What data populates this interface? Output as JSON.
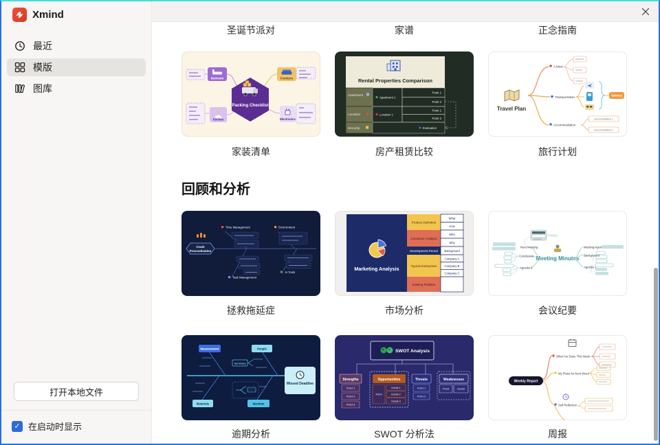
{
  "window": {
    "app_title": "Xmind"
  },
  "icons": {
    "app_logo": "xmind-logo",
    "recent": "clock-icon",
    "templates": "grid-icon",
    "gallery": "books-icon",
    "close": "close-icon",
    "checkbox_check": "✓"
  },
  "sidebar": {
    "nav": [
      {
        "label": "最近"
      },
      {
        "label": "模版"
      },
      {
        "label": "图库"
      }
    ],
    "open_local_file": "打开本地文件",
    "show_on_startup": "在启动时显示"
  },
  "gallery": {
    "partial_titles": [
      "圣诞节派对",
      "家谱",
      "正念指南"
    ],
    "section_title": "回顾和分析",
    "templates": {
      "packing": {
        "caption": "家装清单",
        "center": "Packing Checklist",
        "t1": "Bedroom",
        "t2": "Furniture",
        "t3": "Kitchen",
        "t4": "Electronics"
      },
      "rental": {
        "caption": "房产租赁比较",
        "title": "Rental Properties Comparison",
        "l1": "Apartment",
        "l2": "Location",
        "l3": "Security",
        "a1": "Apartment 1",
        "lo1": "Location 1",
        "ev": "Evaluation",
        "p1": "Point 1",
        "p2": "Point 2"
      },
      "travel": {
        "caption": "旅行计划",
        "title": "Travel Plan",
        "b1": "A Must",
        "b2": "Transportation",
        "b3": "Accommodation",
        "callout": "Subway",
        "acc1": "Accommodation 1",
        "acc2": "Accommodation 2"
      },
      "procrastination": {
        "caption": "拯救拖延症",
        "center1": "Crash",
        "center2": "Procrastination",
        "b1": "Time Management",
        "b2": "Environment",
        "b3": "Task Management",
        "b4": "AI Tools"
      },
      "marketing": {
        "caption": "市场分析",
        "title": "Marketing Analysis",
        "r1": "Product Definition",
        "r2": "Consumer Analysis",
        "r3": "Development Period",
        "r4": "Typical Enterprises",
        "r5": "Existing Problem",
        "c1": "What",
        "c2": "How",
        "c3": "Who",
        "c4": "Why",
        "c5": "Background",
        "c6": "Company A",
        "c7": "Company B",
        "c8": "Company C"
      },
      "meeting": {
        "caption": "会议纪要",
        "title": "Meeting Minutes",
        "l1": "Next Meeting",
        "l2": "Conclusion",
        "l3": "Agenda 2",
        "r1": "Meeting Agenda",
        "r2": "Background",
        "r3": "Agenda 1"
      },
      "deadline": {
        "caption": "逾期分析",
        "title": "Missed Deadline",
        "b1": "Measurement",
        "b2": "People",
        "b3": "Materials",
        "b4": "Machine",
        "mid": "Summary"
      },
      "swot": {
        "caption": "SWOT 分析法",
        "title": "SWOT Analysis",
        "c1": "Strengths",
        "c2": "Opportunities",
        "c3": "Threats",
        "c4": "Weaknesses",
        "p1": "Point 1",
        "p2": "Point 2",
        "p3": "Point 3",
        "p": "Point",
        "d1": "Detail 1",
        "d2": "Detail 2",
        "d3": "Detail 3",
        "d": "Detail"
      },
      "weekly": {
        "caption": "周报",
        "title": "Weekly Report",
        "b1": "What I've Done This Week",
        "b2": "My Plans for Next Week",
        "b3": "Self Reflection"
      }
    }
  }
}
